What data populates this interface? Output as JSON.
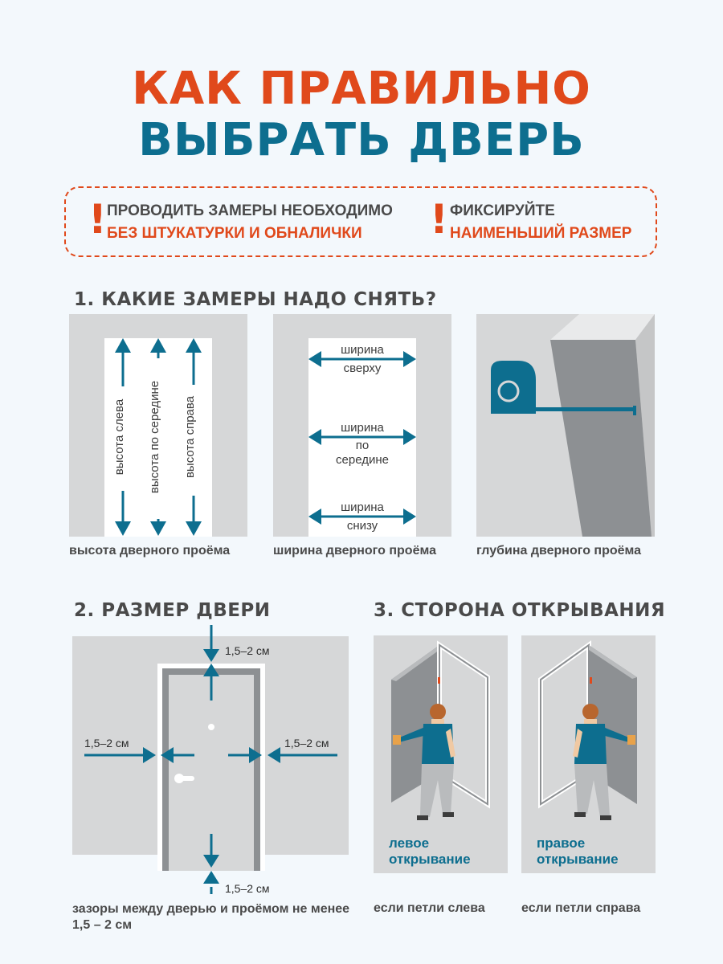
{
  "title": {
    "line1": "КАК ПРАВИЛЬНО",
    "line2": "ВЫБРАТЬ ДВЕРЬ"
  },
  "notice": {
    "left": {
      "line1": "ПРОВОДИТЬ ЗАМЕРЫ НЕОБХОДИМО",
      "line2": "БЕЗ ШТУКАТУРКИ И ОБНАЛИЧКИ"
    },
    "right": {
      "line1": "ФИКСИРУЙТЕ",
      "line2": "НАИМЕНЬШИЙ РАЗМЕР"
    },
    "mark": "!"
  },
  "section1": {
    "heading": "1. КАКИЕ ЗАМЕРЫ НАДО СНЯТЬ?",
    "height_labels": [
      "высота слева",
      "высота по середине",
      "высота справа"
    ],
    "width_labels": [
      {
        "top": "ширина",
        "bottom": "сверху"
      },
      {
        "top": "ширина",
        "middle": "по",
        "bottom": "середине"
      },
      {
        "top": "ширина",
        "bottom": "снизу"
      }
    ],
    "captions": [
      "высота дверного проёма",
      "ширина дверного проёма",
      "глубина дверного проёма"
    ]
  },
  "section2": {
    "heading": "2. РАЗМЕР ДВЕРИ",
    "gap_top": "1,5–2 см",
    "gap_left": "1,5–2 см",
    "gap_right": "1,5–2 см",
    "gap_bottom": "1,5–2 см",
    "caption": "зазоры между дверью и проёмом не менее 1,5 – 2 см"
  },
  "section3": {
    "heading": "3. СТОРОНА ОТКРЫВАНИЯ",
    "left_label": {
      "line1": "левое",
      "line2": "открывание"
    },
    "right_label": {
      "line1": "правое",
      "line2": "открывание"
    },
    "left_caption": "если петли слева",
    "right_caption": "если петли справа"
  },
  "colors": {
    "orange": "#e0491b",
    "blue": "#0d6e8f",
    "panel": "#d6d7d8",
    "background": "#f3f8fc"
  }
}
